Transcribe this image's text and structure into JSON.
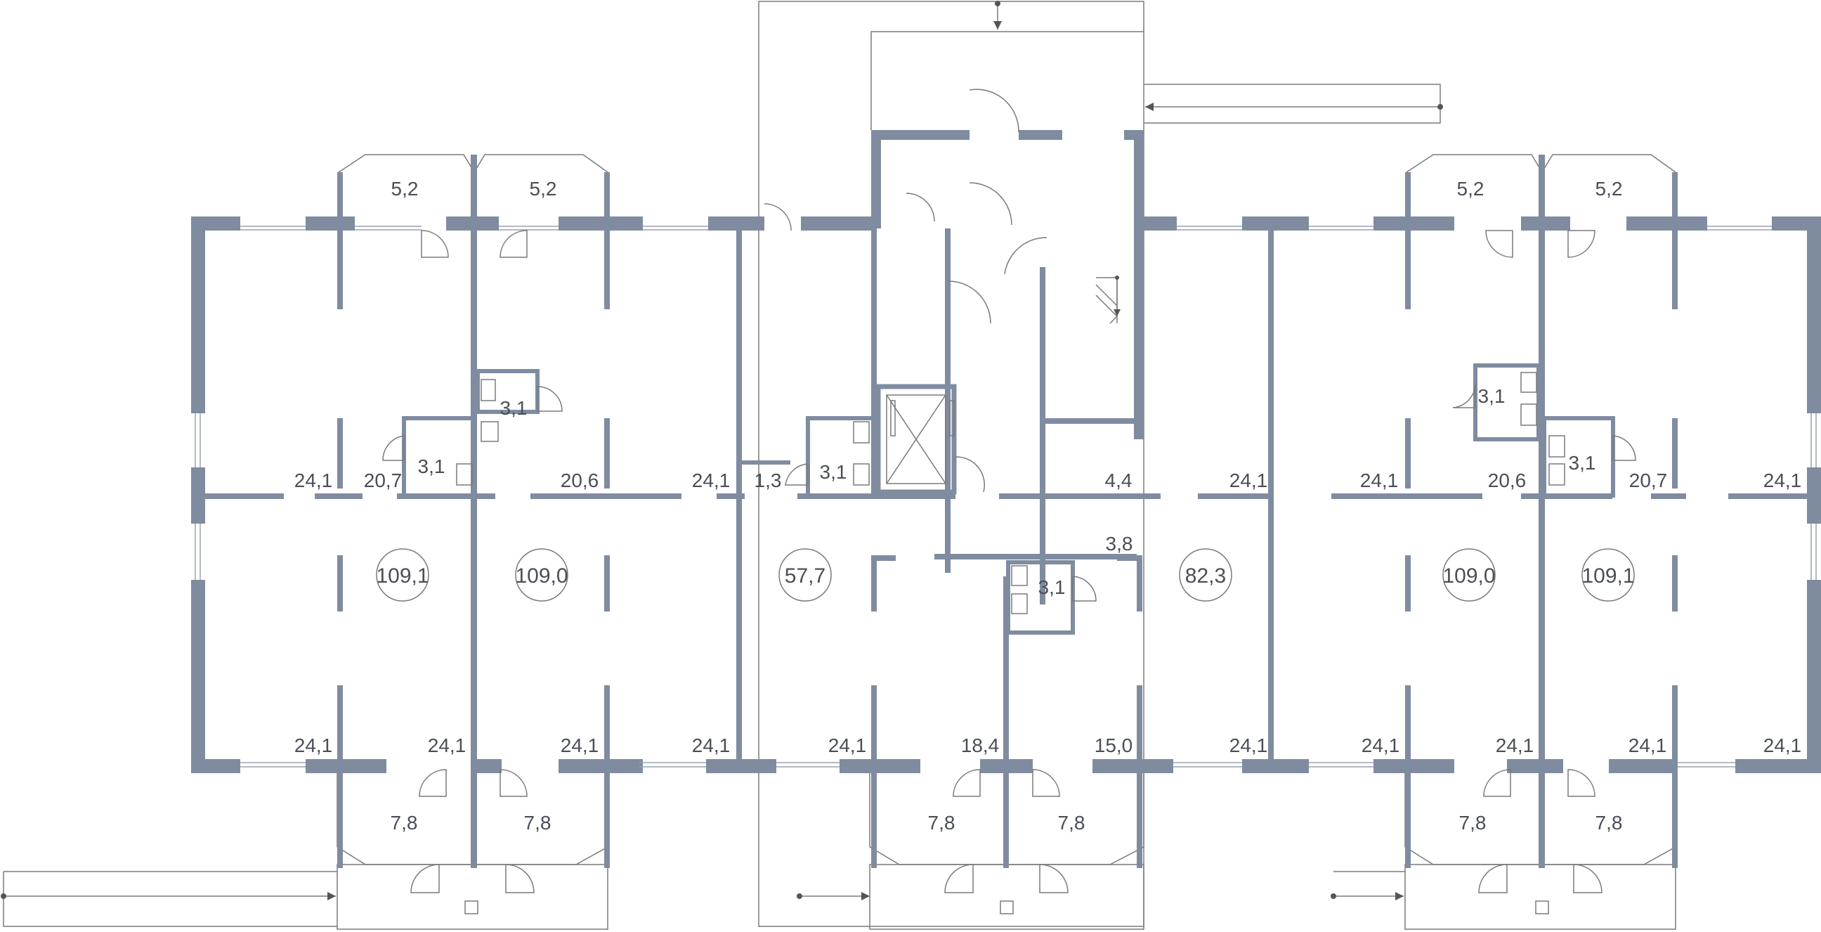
{
  "areas": {
    "a_5_2_l1": "5,2",
    "a_5_2_l2": "5,2",
    "a_5_2_r1": "5,2",
    "a_5_2_r2": "5,2",
    "a_3_1_w1": "3,1",
    "a_3_1_w2": "3,1",
    "a_3_1_w3": "3,1",
    "a_3_1_w4": "3,1",
    "a_3_1_w5": "3,1",
    "a_3_1_w6": "3,1",
    "a_24_1_a": "24,1",
    "a_20_7_a": "20,7",
    "a_20_6_a": "20,6",
    "a_24_1_b": "24,1",
    "a_1_3": "1,3",
    "a_4_4": "4,4",
    "a_24_1_c": "24,1",
    "a_24_1_d": "24,1",
    "a_20_6_b": "20,6",
    "a_20_7_b": "20,7",
    "a_24_1_e": "24,1",
    "a_3_8": "3,8",
    "a_24_1_f": "24,1",
    "a_24_1_g": "24,1",
    "a_24_1_h": "24,1",
    "a_24_1_i": "24,1",
    "a_24_1_j": "24,1",
    "a_18_4": "18,4",
    "a_15_0": "15,0",
    "a_24_1_k": "24,1",
    "a_24_1_l": "24,1",
    "a_24_1_m": "24,1",
    "a_24_1_n": "24,1",
    "a_24_1_o": "24,1",
    "a_7_8_1": "7,8",
    "a_7_8_2": "7,8",
    "a_7_8_3": "7,8",
    "a_7_8_4": "7,8",
    "a_7_8_5": "7,8",
    "a_7_8_6": "7,8"
  },
  "totals": {
    "apt1": "109,1",
    "apt2": "109,0",
    "apt3": "57,7",
    "apt4": "82,3",
    "apt5": "109,0",
    "apt6": "109,1"
  },
  "colors": {
    "wall": "#7f8ca0",
    "text": "#4a4f57",
    "line": "#7a7a7a"
  }
}
